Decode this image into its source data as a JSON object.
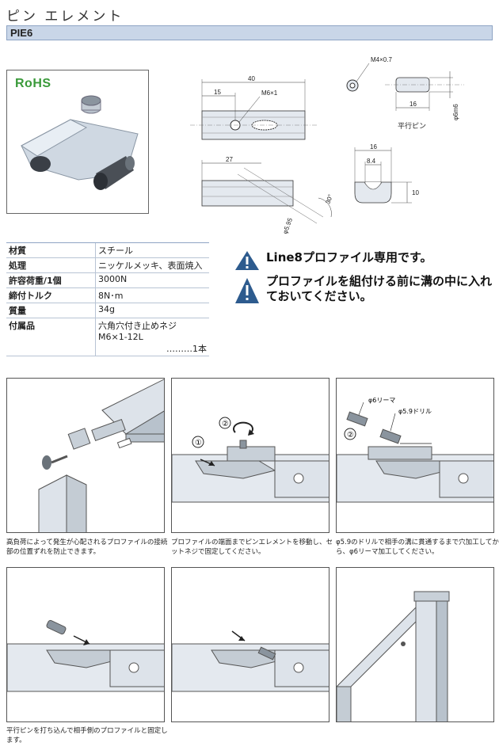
{
  "header": {
    "title": "ピン エレメント",
    "model": "PIE6"
  },
  "photo": {
    "rohs": "RoHS"
  },
  "drawing": {
    "dim_40": "40",
    "dim_15": "15",
    "dim_m6": "M6×1",
    "dim_27": "27",
    "dim_phi595": "φ5.95",
    "dim_30": "30°",
    "dim_m4": "M4×0.7",
    "dim_16a": "16",
    "dim_phi6m6": "φ6m6",
    "pin_label": "平行ピン",
    "dim_16b": "16",
    "dim_84": "8.4",
    "dim_10": "10"
  },
  "specs": [
    {
      "key": "材質",
      "value": "スチール"
    },
    {
      "key": "処理",
      "value": "ニッケルメッキ、表面焼入"
    },
    {
      "key": "許容荷重/1個",
      "value": "3000N"
    },
    {
      "key": "締付トルク",
      "value": "8N･m"
    },
    {
      "key": "質量",
      "value": "34g"
    },
    {
      "key": "付属品",
      "value": "六角穴付き止めネジ M6×1-12L",
      "value2": "………1本"
    }
  ],
  "warnings": [
    {
      "text": "Line8プロファイル専用です。"
    },
    {
      "text": "プロファイルを組付ける前に溝の中に入れておいてください。"
    }
  ],
  "steps": {
    "s2_num1": "①",
    "s2_num2": "②",
    "s3_num2": "②",
    "s3_reamer": "φ6リーマ",
    "s3_drill": "φ5.9ドリル"
  },
  "captions": {
    "c1": "高負荷によって発生が心配されるプロファイルの接続部の位置ずれを防止できます。",
    "c2": "プロファイルの端面までピンエレメントを移動し、セットネジで固定してください。",
    "c3": "φ5.9のドリルで相手の溝に貫通するまで穴加工してから、φ6リーマ加工してください。",
    "c4": "平行ピンを打ち込んで相手側のプロファイルと固定します。"
  },
  "colors": {
    "accent_bar": "#c9d6e8",
    "rohs_green": "#3a9a3a",
    "warn_blue": "#2d5b8e",
    "metal": "#c8d0d8"
  }
}
